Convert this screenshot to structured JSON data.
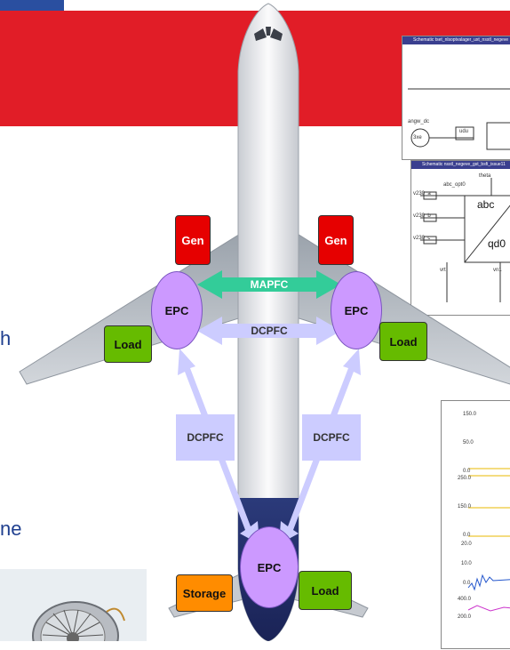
{
  "slide": {
    "text_fragment_1": "h",
    "text_fragment_2": "ne"
  },
  "diagram": {
    "generators": [
      {
        "label": "Gen"
      },
      {
        "label": "Gen"
      }
    ],
    "epcs": [
      {
        "label": "EPC"
      },
      {
        "label": "EPC"
      },
      {
        "label": "EPC"
      }
    ],
    "loads": [
      {
        "label": "Load"
      },
      {
        "label": "Load"
      },
      {
        "label": "Load"
      }
    ],
    "storage": {
      "label": "Storage"
    },
    "links": {
      "mapfc": "MAPFC",
      "dcpfc_top": "DCPFC",
      "dcpfc_left": "DCPFC",
      "dcpfc_right": "DCPFC"
    },
    "colors": {
      "generator": "#e60000",
      "load": "#66bb00",
      "storage": "#ff8c00",
      "epc": "#cc99ff",
      "mapfc_arrow": "#33cc99",
      "dcpfc_arrow": "#ccccff",
      "slide_band": "#e11d27",
      "slide_text": "#1f3f8f"
    }
  },
  "schematic1": {
    "title": "Schematic tset_nlsoptvalager_uxt_nsstl_negeve",
    "labels": {
      "src": "angw_dc",
      "src_val": "3xe",
      "box": "udu"
    }
  },
  "schematic2": {
    "title": "Schematic nsstl_negeve_gst_bsfi_issue11",
    "labels": {
      "theta": "theta",
      "block_top": "abc_opt0",
      "abc": "abc",
      "qd0": "qd0",
      "v_a": "v230_a",
      "v_b": "v230_b",
      "v_c": "v230_c",
      "out1": "vrt",
      "out2": "vn1"
    }
  },
  "plot": {
    "ticks": [
      "150.0",
      "50.0",
      "0.0",
      "250.0",
      "150.0",
      "0.0",
      "20.0",
      "10.0",
      "0.0",
      "400.0",
      "200.0"
    ]
  }
}
